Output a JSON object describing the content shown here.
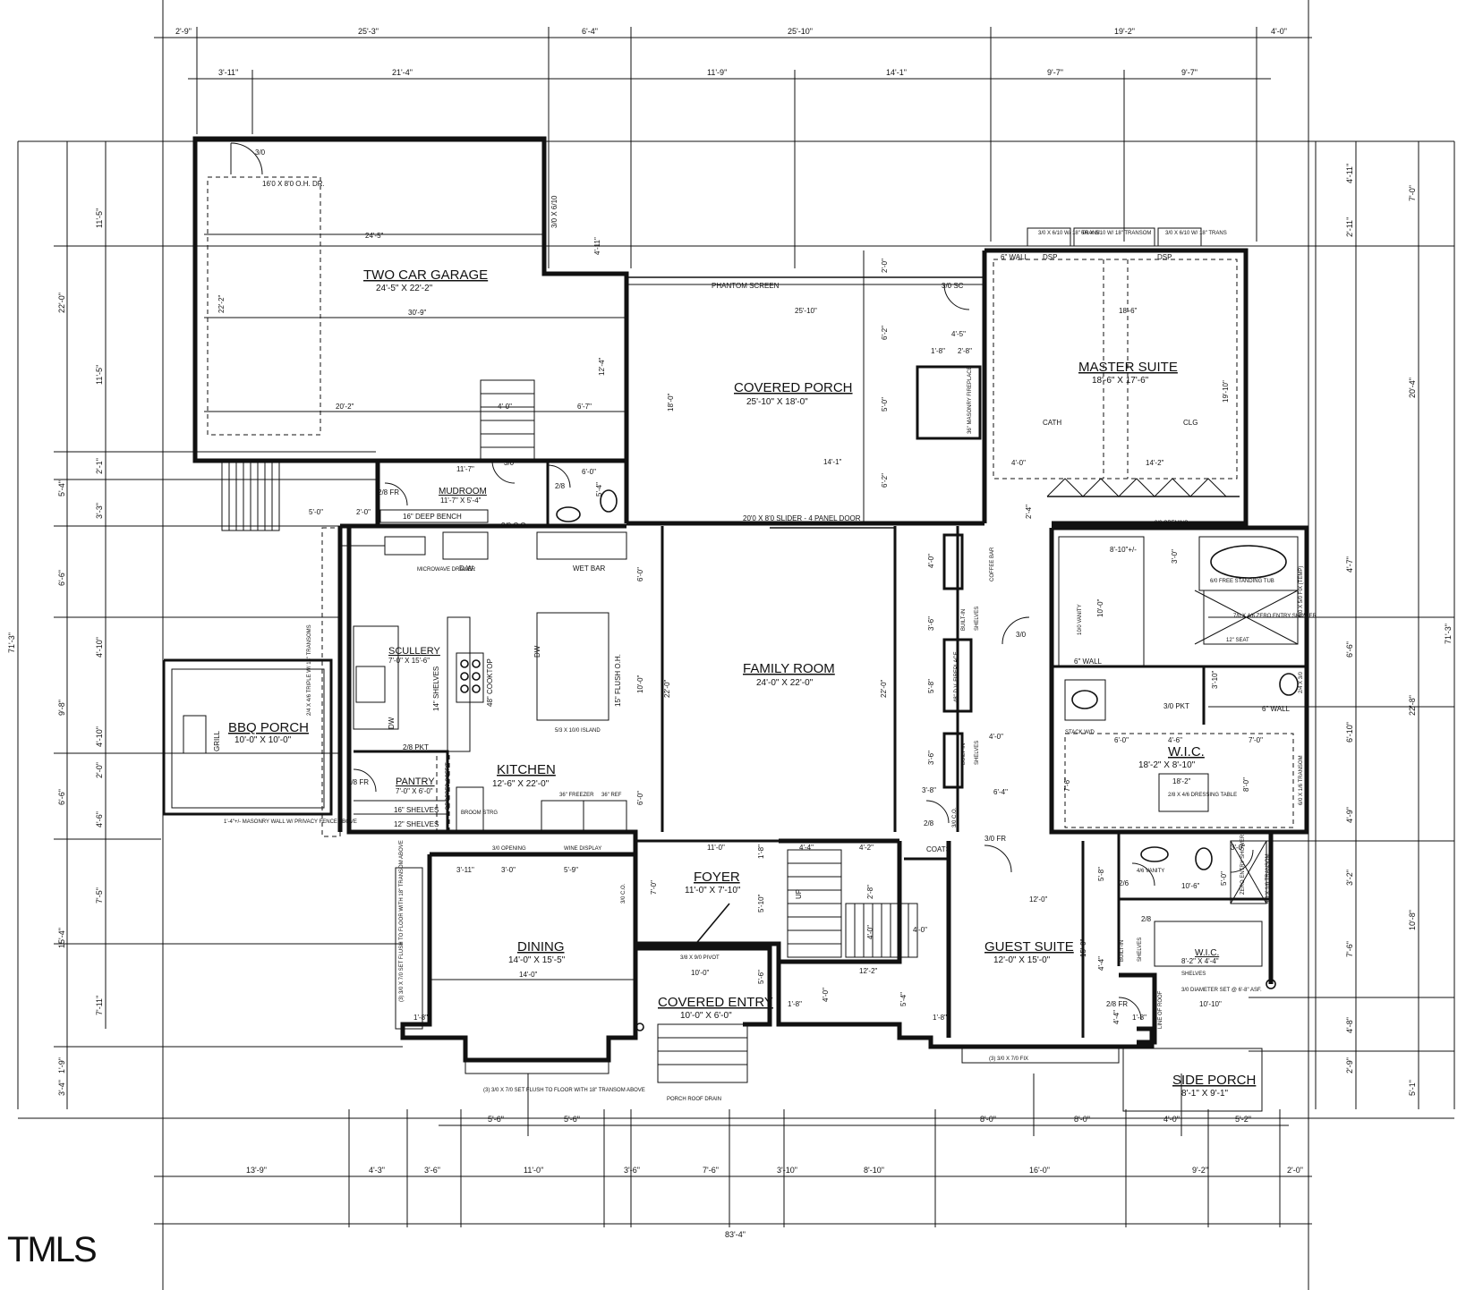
{
  "top_dims_row1": [
    "2'-9\"",
    "25'-3\"",
    "6'-4\"",
    "25'-10\"",
    "19'-2\"",
    "4'-0\""
  ],
  "top_dims_row2": [
    "3'-11\"",
    "21'-4\"",
    "11'-9\"",
    "14'-1\"",
    "9'-7\"",
    "9'-7\""
  ],
  "bottom_dims_row1": [
    "5'-6\"",
    "5'-6\"",
    "8'-0\"",
    "8'-0\"",
    "4'-0\"",
    "5'-2\""
  ],
  "bottom_dims_row2": [
    "13'-9\"",
    "4'-3\"",
    "3'-6\"",
    "11'-0\"",
    "3'-6\"",
    "7'-6\"",
    "3'-10\"",
    "8'-10\"",
    "16'-0\"",
    "9'-2\"",
    "2'-0\""
  ],
  "bottom_total": "83'-4\"",
  "left_dims_outer": [
    "22'-0\"",
    "71'-3\""
  ],
  "left_dims_inner": [
    "11'-5\"",
    "11'-5\"",
    "5'-4\"",
    "6'-6\"",
    "9'-8\"",
    "6'-6\"",
    "7'-5\"",
    "15'-4\"",
    "7'-11\"",
    "3'-4\""
  ],
  "left_dims_inner2": [
    "2'-1\"",
    "3'-3\"",
    "4'-10\"",
    "4'-10\"",
    "2'-0\"",
    "4'-6\"",
    "1'-9\""
  ],
  "right_dims_outer": [
    "7'-0\"",
    "20'-4\"",
    "22'-8\"",
    "10'-8\"",
    "5'-1\"",
    "71'-3\""
  ],
  "right_dims_inner": [
    "4'-11\"",
    "2'-11\"",
    "4'-7\"",
    "6'-6\"",
    "6'-10\"",
    "4'-9\"",
    "3'-2\"",
    "7'-6\"",
    "4'-8\"",
    "2'-9\""
  ],
  "rooms": {
    "garage": {
      "name": "TWO CAR GARAGE",
      "size": "24'-5\" X 22'-2\""
    },
    "covered_porch": {
      "name": "COVERED PORCH",
      "size": "25'-10\" X 18'-0\""
    },
    "master_suite": {
      "name": "MASTER SUITE",
      "size": "18'-6\" X 17'-6\""
    },
    "mudroom": {
      "name": "MUDROOM",
      "size": "11'-7\" X 5'-4\""
    },
    "scullery": {
      "name": "SCULLERY",
      "size": "7'-0\" X 15'-6\""
    },
    "bbq_porch": {
      "name": "BBQ PORCH",
      "size": "10'-0\" X 10'-0\""
    },
    "pantry": {
      "name": "PANTRY",
      "size": "7'-0\" X 6'-0\""
    },
    "kitchen": {
      "name": "KITCHEN",
      "size": "12'-6\" X 22'-0\""
    },
    "family_room": {
      "name": "FAMILY ROOM",
      "size": "24'-0\" X 22'-0\""
    },
    "wic_master": {
      "name": "W.I.C.",
      "size": "18'-2\" X 8'-10\""
    },
    "foyer": {
      "name": "FOYER",
      "size": "11'-0\" X 7'-10\""
    },
    "dining": {
      "name": "DINING",
      "size": "14'-0\" X 15'-5\""
    },
    "covered_entry": {
      "name": "COVERED ENTRY",
      "size": "10'-0\" X 6'-0\""
    },
    "guest_suite": {
      "name": "GUEST SUITE",
      "size": "12'-0\" X 15'-0\""
    },
    "wic_guest": {
      "name": "W.I.C.",
      "size": "8'-2\" X 4'-4\""
    },
    "side_porch": {
      "name": "SIDE PORCH",
      "size": "8'-1\" X 9'-1\""
    }
  },
  "notes": {
    "garage_door": "16'0 X 8'0 O.H. DR.",
    "garage_3_0": "3/0",
    "garage_3_0_side": "3/0 X 6/10",
    "garage_w1": "24'-5\"",
    "garage_w2": "30'-9\"",
    "garage_w3": "20'-2\"",
    "garage_steps": "4'-0\"",
    "garage_w4": "6'-7\"",
    "garage_h": "22'-2\"",
    "garage_h2": "12'-4\"",
    "garage_4_11": "4'-11\"",
    "phantom_screen": "PHANTOM SCREEN",
    "porch_w": "25'-10\"",
    "porch_h": "18'-0\"",
    "fireplace": "36\" MASONRY FIREPLACE",
    "fp_w": "4'-5\"",
    "fp_a": "1'-8\"",
    "fp_b": "2'-8\"",
    "sc_door": "3/0 SC",
    "porch_2_0": "2'-0\"",
    "porch_6_2a": "6'-2\"",
    "porch_5_0": "5'-0\"",
    "porch_6_2b": "6'-2\"",
    "porch_14_1": "14'-1\"",
    "slider": "20'0 X 8'0 SLIDER - 4 PANEL DOOR",
    "master_transoms": [
      "3/0 X 6/10 W/ 18\" TRANS",
      "6/0 X 6/10 W/ 18\" TRANSOM",
      "3/0 X 6/10 W/ 18\" TRANS"
    ],
    "master_6wall": "6\" WALL",
    "dsp": "DSP",
    "master_w": "18'-6\"",
    "master_h": "19'-10\"",
    "cath": "CATH",
    "clg": "CLG",
    "master_4_0": "4'-0\"",
    "master_14_2": "14'-2\"",
    "mudroom_11_7": "11'-7\"",
    "mud_3_0": "3/0",
    "mud_6_0": "6'-0\"",
    "mud_2_8fr": "2/8 FR",
    "mud_bench": "16\" DEEP BENCH",
    "mud_co": "3/0 C.O.",
    "mud_5_0": "5'-0\"",
    "mud_2_0": "2'-0\"",
    "mud_2_8": "2/8",
    "mud_5_4": "5'-4\"",
    "micro": "MICROWAVE DRAWER",
    "dw": "D.W.",
    "wet_bar": "WET BAR",
    "scullery_shelves": "14\" SHELVES",
    "cooktop": "48\" COOKTOP",
    "flush_oh": "15\" FLUSH O.H.",
    "island": "5/3 X 10/0 ISLAND",
    "dw2": "DW",
    "dw3": "DW",
    "pkt_2_8": "2/8 PKT",
    "triple": "2/4 X 4/6 TRIPLE W/ 18\" TRANSOMS",
    "grill": "GRILL",
    "pantry_2_8fr": "2/8 FR",
    "dropped_soffit": "DROPPED SOFFIT",
    "pantry_16": "16\" SHELVES",
    "pantry_12": "12\" SHELVES",
    "broom": "BROOM STRG",
    "freezer": "36\" FREEZER",
    "ref": "36\" REF",
    "masonry_wall": "1'-4\"+/- MASONRY WALL W/ PRIVACY FENCE ABOVE",
    "kitchen_6_0a": "6'-0\"",
    "kitchen_10_0": "10'-0\"",
    "kitchen_22_0": "22'-0\"",
    "kitchen_6_0b": "6'-0\"",
    "family_22_0": "22'-0\"",
    "coffee_bar": "COFFEE BAR",
    "built_in1": "BUILT-IN",
    "shelves1": "SHELVES",
    "dv_fireplace": "48\" D.V. FIREPLACE",
    "built_in2": "BUILT-IN",
    "shelves2": "SHELVES",
    "fam_4_0a": "4'-0\"",
    "fam_3_6a": "3'-6\"",
    "fam_5_8": "5'-8\"",
    "fam_3_6b": "3'-6\"",
    "fam_3_8": "3'-8\"",
    "fam_4_0b": "4'-0\"",
    "fam_3_0": "3/0",
    "fam_6_4": "6'-4\"",
    "fam_3_0co": "3/0 C.O.",
    "fam_2_8": "2/8",
    "coats": "COATS",
    "fam_3_0fr": "3/0 FR",
    "opng_3_0": "3/0 OPENING",
    "master_2_4": "2'-4\"",
    "master_8_10": "8'-10\"+/-",
    "master_3_0": "3'-0\"",
    "free_tub": "6/0 FREE STANDING TUB",
    "fix": "6/0 X 5/0 FIX (TEMP)",
    "zero_shower": "7/0 X 4/6 ZERO ENTRY SHOWER",
    "seat": "12\" SEAT",
    "vanity": "10/0 VANITY",
    "vanity_10_0": "10'-0\"",
    "mb_6wall": "6\" WALL",
    "mb_3_10": "3'-10\"",
    "mb_3_0pkt": "3/0 PKT",
    "mb_2_4": "2/4 X 3/0",
    "mb_6wall2": "6\" WALL",
    "stack": "STACK W/D",
    "wic_6_0": "6'-0\"",
    "wic_4_6": "4'-6\"",
    "wic_7_0": "7'-0\"",
    "wic_18_2": "18'-2\"",
    "dressing": "2/8 X 4/6 DRESSING TABLE",
    "wic_7_6": "7'-6\"",
    "wic_8_0": "8'-0\"",
    "wic_transom": "6/0 X 1/6 TRANSOM",
    "wic_shelves_note": "3/0",
    "opng2": "3/0 OPENING",
    "wine": "WINE DISPLAY",
    "foy_11_0": "11'-0\"",
    "foy_1_8": "1'-8\"",
    "foy_3_11": "3'-11\"",
    "foy_3_0": "3'-0\"",
    "foy_5_9": "5'-9\"",
    "foy_7_0": "7'-0\"",
    "foy_5_10": "5'-10\"",
    "pivot": "3/8 X 9/0 PIVOT",
    "stairs_4_4": "4'-4\"",
    "stairs_4_2": "4'-2\"",
    "up": "UP",
    "stair_2_8": "2'-8\"",
    "stair_4_0": "4'-0\"",
    "stair_4_0b": "4'-0\"",
    "stair_12_2": "12'-2\"",
    "dining_14_0": "14'-0\"",
    "dining_window_side": "(3) 3/0 X 7/0 SET FLUSH TO FLOOR WITH 18\" TRANSOM ABOVE",
    "dining_window_bot": "(3) 3/0 X 7/0 SET FLUSH TO FLOOR WITH 18\" TRANSOM ABOVE",
    "dining_3_0co": "3/0 C.O.",
    "dining_1_8": "1'-8\"",
    "entry_10_0": "10'-0\"",
    "entry_5_6": "5'-6\"",
    "entry_1_8": "1'-8\"",
    "entry_4_0": "4'-0\"",
    "entry_5_4": "5'-4\"",
    "porch_drain": "PORCH ROOF DRAIN",
    "guest_12_0": "12'-0\"",
    "guest_15_0": "15'-0\"",
    "guest_5_8": "5'-8\"",
    "guest_4_4": "4'-4\"",
    "guest_1_8": "1'-8\"",
    "guest_window": "(3) 3/0 X 7/0 FIX",
    "guest_vanity": "4/6 VANITY",
    "guest_shower": "ZERO ENTRY SHOWER",
    "guest_transom": "4/0 X 1/6 TRANSOM",
    "guest_3_0": "3'-0\"",
    "guest_5_0": "5'-0\"",
    "guest_10_6": "10'-6\"",
    "guest_2_6": "2/6",
    "guest_2_8": "2/8",
    "guest_shelves": "SHELVES",
    "guest_built_in": "BUILT-IN",
    "guest_shelves2": "SHELVES",
    "guest_2_8fr": "2/8 FR",
    "guest_4_4b": "4'-4\"",
    "guest_1_8b": "1'-8\"",
    "col": "3/0 DIAMETER SET @ 6'-8\" ASF.",
    "col_10_10": "10'-10\"",
    "line_roof": "LINE OF ROOF"
  },
  "watermark": "TMLS"
}
